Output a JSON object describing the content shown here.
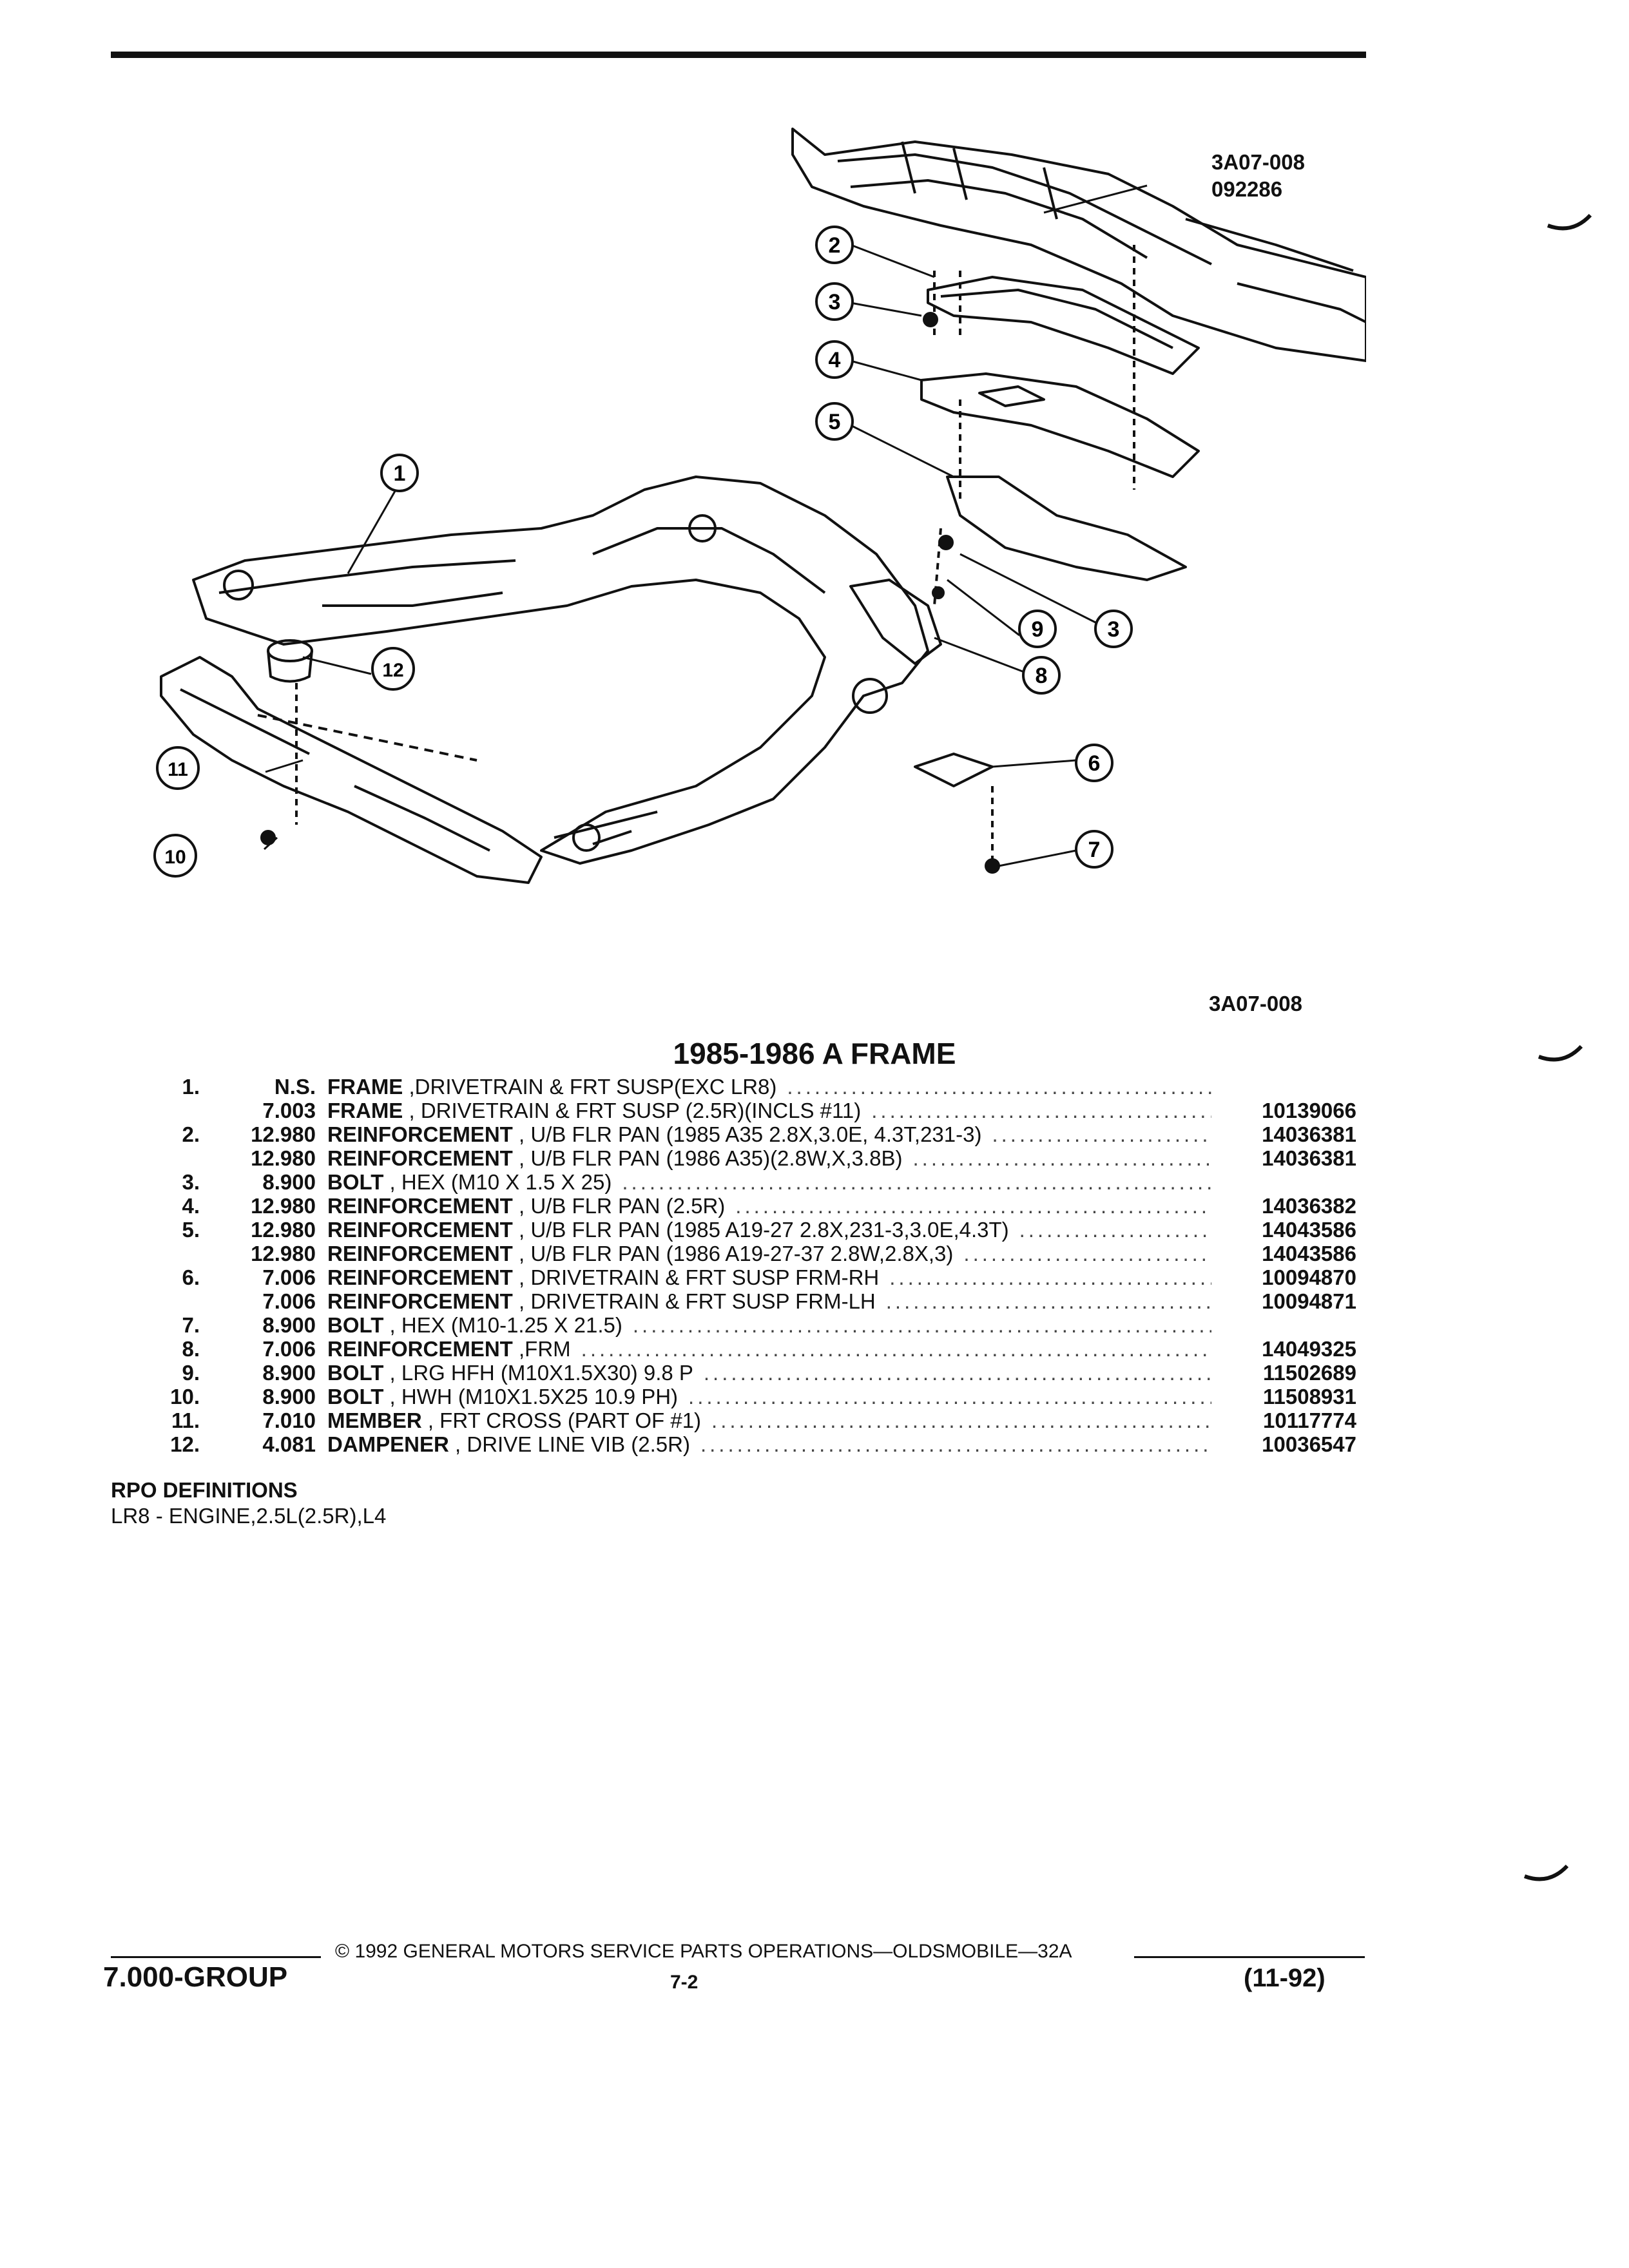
{
  "header": {
    "figure_code": "3A07-008",
    "drawing_number": "092286"
  },
  "figure_code_below": "3A07-008",
  "title": "1985-1986 A FRAME",
  "callouts": [
    "1",
    "2",
    "3",
    "4",
    "5",
    "3",
    "6",
    "7",
    "8",
    "9",
    "10",
    "11",
    "12"
  ],
  "parts": [
    {
      "num": "1.",
      "code": "N.S.",
      "name": "FRAME",
      "detail": " ,DRIVETRAIN & FRT SUSP(EXC LR8)",
      "part": ""
    },
    {
      "num": "",
      "code": "7.003",
      "name": "FRAME",
      "detail": " , DRIVETRAIN & FRT SUSP (2.5R)(INCLS #11)",
      "part": "10139066"
    },
    {
      "num": "2.",
      "code": "12.980",
      "name": "REINFORCEMENT",
      "detail": " , U/B FLR PAN (1985 A35 2.8X,3.0E, 4.3T,231-3)",
      "part": "14036381"
    },
    {
      "num": "",
      "code": "12.980",
      "name": "REINFORCEMENT",
      "detail": " , U/B FLR PAN (1986 A35)(2.8W,X,3.8B)",
      "part": "14036381"
    },
    {
      "num": "3.",
      "code": "8.900",
      "name": "BOLT",
      "detail": " , HEX (M10 X 1.5 X 25)",
      "part": ""
    },
    {
      "num": "4.",
      "code": "12.980",
      "name": "REINFORCEMENT",
      "detail": " , U/B FLR PAN (2.5R)",
      "part": "14036382"
    },
    {
      "num": "5.",
      "code": "12.980",
      "name": "REINFORCEMENT",
      "detail": " , U/B FLR PAN (1985 A19-27 2.8X,231-3,3.0E,4.3T)",
      "part": "14043586"
    },
    {
      "num": "",
      "code": "12.980",
      "name": "REINFORCEMENT",
      "detail": " , U/B FLR PAN (1986 A19-27-37 2.8W,2.8X,3)",
      "part": "14043586"
    },
    {
      "num": "6.",
      "code": "7.006",
      "name": "REINFORCEMENT",
      "detail": " , DRIVETRAIN & FRT SUSP FRM-RH",
      "part": "10094870"
    },
    {
      "num": "",
      "code": "7.006",
      "name": "REINFORCEMENT",
      "detail": " , DRIVETRAIN & FRT SUSP FRM-LH",
      "part": "10094871"
    },
    {
      "num": "7.",
      "code": "8.900",
      "name": "BOLT",
      "detail": " , HEX (M10-1.25 X 21.5)",
      "part": ""
    },
    {
      "num": "8.",
      "code": "7.006",
      "name": "REINFORCEMENT",
      "detail": " ,FRM",
      "part": "14049325"
    },
    {
      "num": "9.",
      "code": "8.900",
      "name": "BOLT",
      "detail": " , LRG HFH (M10X1.5X30) 9.8 P",
      "part": "11502689"
    },
    {
      "num": "10.",
      "code": "8.900",
      "name": "BOLT",
      "detail": " , HWH (M10X1.5X25 10.9 PH)",
      "part": "11508931"
    },
    {
      "num": "11.",
      "code": "7.010",
      "name": "MEMBER",
      "detail": " , FRT CROSS (PART OF #1)",
      "part": "10117774"
    },
    {
      "num": "12.",
      "code": "4.081",
      "name": "DAMPENER",
      "detail": " , DRIVE LINE VIB (2.5R)",
      "part": "10036547"
    }
  ],
  "rpo": {
    "heading": "RPO DEFINITIONS",
    "lines": [
      "LR8 - ENGINE,2.5L(2.5R),L4"
    ]
  },
  "footer": {
    "copyright": "© 1992 GENERAL MOTORS SERVICE PARTS OPERATIONS—OLDSMOBILE—32A",
    "group": "7.000-GROUP",
    "page": "7-2",
    "date": "(11-92)"
  }
}
